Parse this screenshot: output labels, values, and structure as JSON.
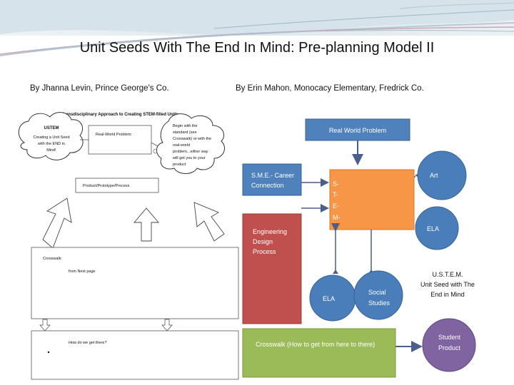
{
  "slide": {
    "title": "Unit Seeds With The End In Mind: Pre-planning Model II",
    "byline_left": "By Jhanna Levin, Prince George's Co.",
    "byline_right": "By Erin Mahon, Monocacy Elementary, Fredrick Co."
  },
  "left_diagram": {
    "heading": "Transdisciplinary Approach to Creating STEM-filled Units",
    "cloud_left_title": "USTEM",
    "cloud_left_lines": [
      "Creating a Unit Seed",
      "with the END in",
      "Mind!"
    ],
    "real_world_box": "Real-World Problem:",
    "cloud_right_lines": [
      "Begin with the",
      "standard (see",
      "Crosswalk) or with the",
      "real-world",
      "problem...either way",
      "will get you to your",
      "product"
    ],
    "product_box": "Product/Prototype/Process",
    "crosswalk_box_title": "Crosswalk:",
    "crosswalk_box_sub": "from Next page",
    "how_box": "How do we get there?"
  },
  "right_diagram": {
    "real_world": "Real World Problem",
    "sme_lines": [
      "S.M.E.- Career",
      "Connection"
    ],
    "stem_letters": [
      "S-",
      "T-",
      "E-",
      "M-"
    ],
    "engineering_lines": [
      "Engineering",
      "Design",
      "Process"
    ],
    "art": "Art",
    "ela_right": "ELA",
    "ela_bottom": "ELA",
    "social_lines": [
      "Social",
      "Studies"
    ],
    "ustem_lines": [
      "U.S.T.E.M.",
      "Unit Seed with The",
      "End in Mind"
    ],
    "crosswalk": "Crosswalk (How to get from here to there)",
    "student_lines": [
      "Student",
      "Product"
    ]
  },
  "colors": {
    "blue_box": "#4f81bd",
    "blue_circle": "#4a7ebb",
    "orange": "#f79646",
    "red": "#c0504d",
    "green": "#9bbb59",
    "purple": "#8064a2"
  }
}
